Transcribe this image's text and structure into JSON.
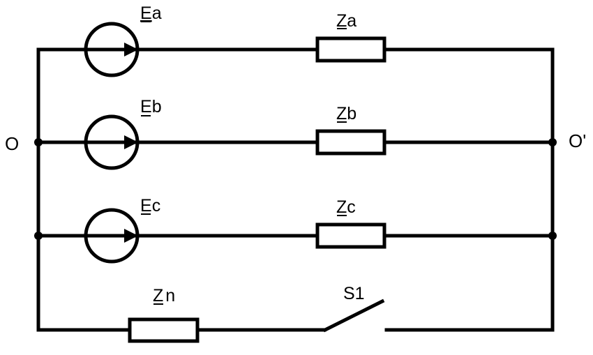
{
  "diagram": {
    "type": "three-phase-circuit",
    "nodes": {
      "left": {
        "label": "O"
      },
      "right": {
        "label": "O'"
      }
    },
    "branches": [
      {
        "source": {
          "letter": "E",
          "sub": "a"
        },
        "impedance": {
          "letter": "Z",
          "sub": "a"
        }
      },
      {
        "source": {
          "letter": "E",
          "sub": "b"
        },
        "impedance": {
          "letter": "Z",
          "sub": "b"
        }
      },
      {
        "source": {
          "letter": "E",
          "sub": "c"
        },
        "impedance": {
          "letter": "Z",
          "sub": "c"
        }
      }
    ],
    "neutral": {
      "impedance": {
        "letter": "Z",
        "sub": "n"
      },
      "switch": {
        "label": "S1",
        "state": "open"
      }
    },
    "colors": {
      "line": "#000000",
      "background": "#ffffff"
    }
  }
}
